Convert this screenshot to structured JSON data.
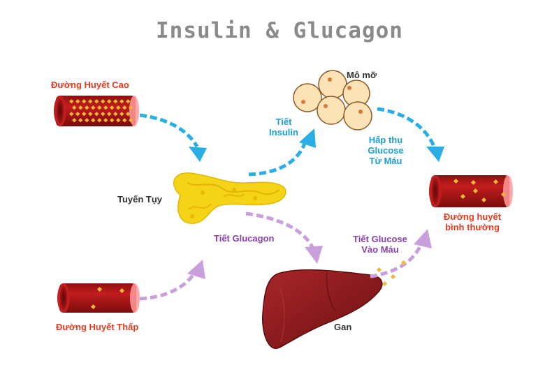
{
  "title": "Insulin & Glucagon",
  "labels": {
    "high_blood_sugar": "Đường Huyết Cao",
    "low_blood_sugar": "Đường Huyết Thấp",
    "normal_blood_sugar_line1": "Đường huyết",
    "normal_blood_sugar_line2": "bình thường",
    "pancreas": "Tuyến Tụy",
    "fat_tissue": "Mô mỡ",
    "liver": "Gan",
    "secrete_insulin_line1": "Tiết",
    "secrete_insulin_line2": "Insulin",
    "absorb_line1": "Hấp thụ",
    "absorb_line2": "Glucose",
    "absorb_line3": "Từ Máu",
    "secrete_glucagon": "Tiết Glucagon",
    "release_glucose_line1": "Tiết Glucose",
    "release_glucose_line2": "Vào Máu"
  },
  "colors": {
    "title": "#8a8a8a",
    "high_low_label": "#e63a1e",
    "insulin_arrow": "#2aaee6",
    "glucagon_arrow": "#c9a0dc",
    "vessel": "#b01616",
    "glucose": "#f2b63a",
    "pancreas": "#f5d316",
    "liver": "#8e1a1a",
    "fat_cell": "#fbe3b5"
  },
  "icons": [
    "blood-vessel-icon",
    "pancreas-icon",
    "fat-cell-icon",
    "liver-icon",
    "arrow-icon"
  ]
}
